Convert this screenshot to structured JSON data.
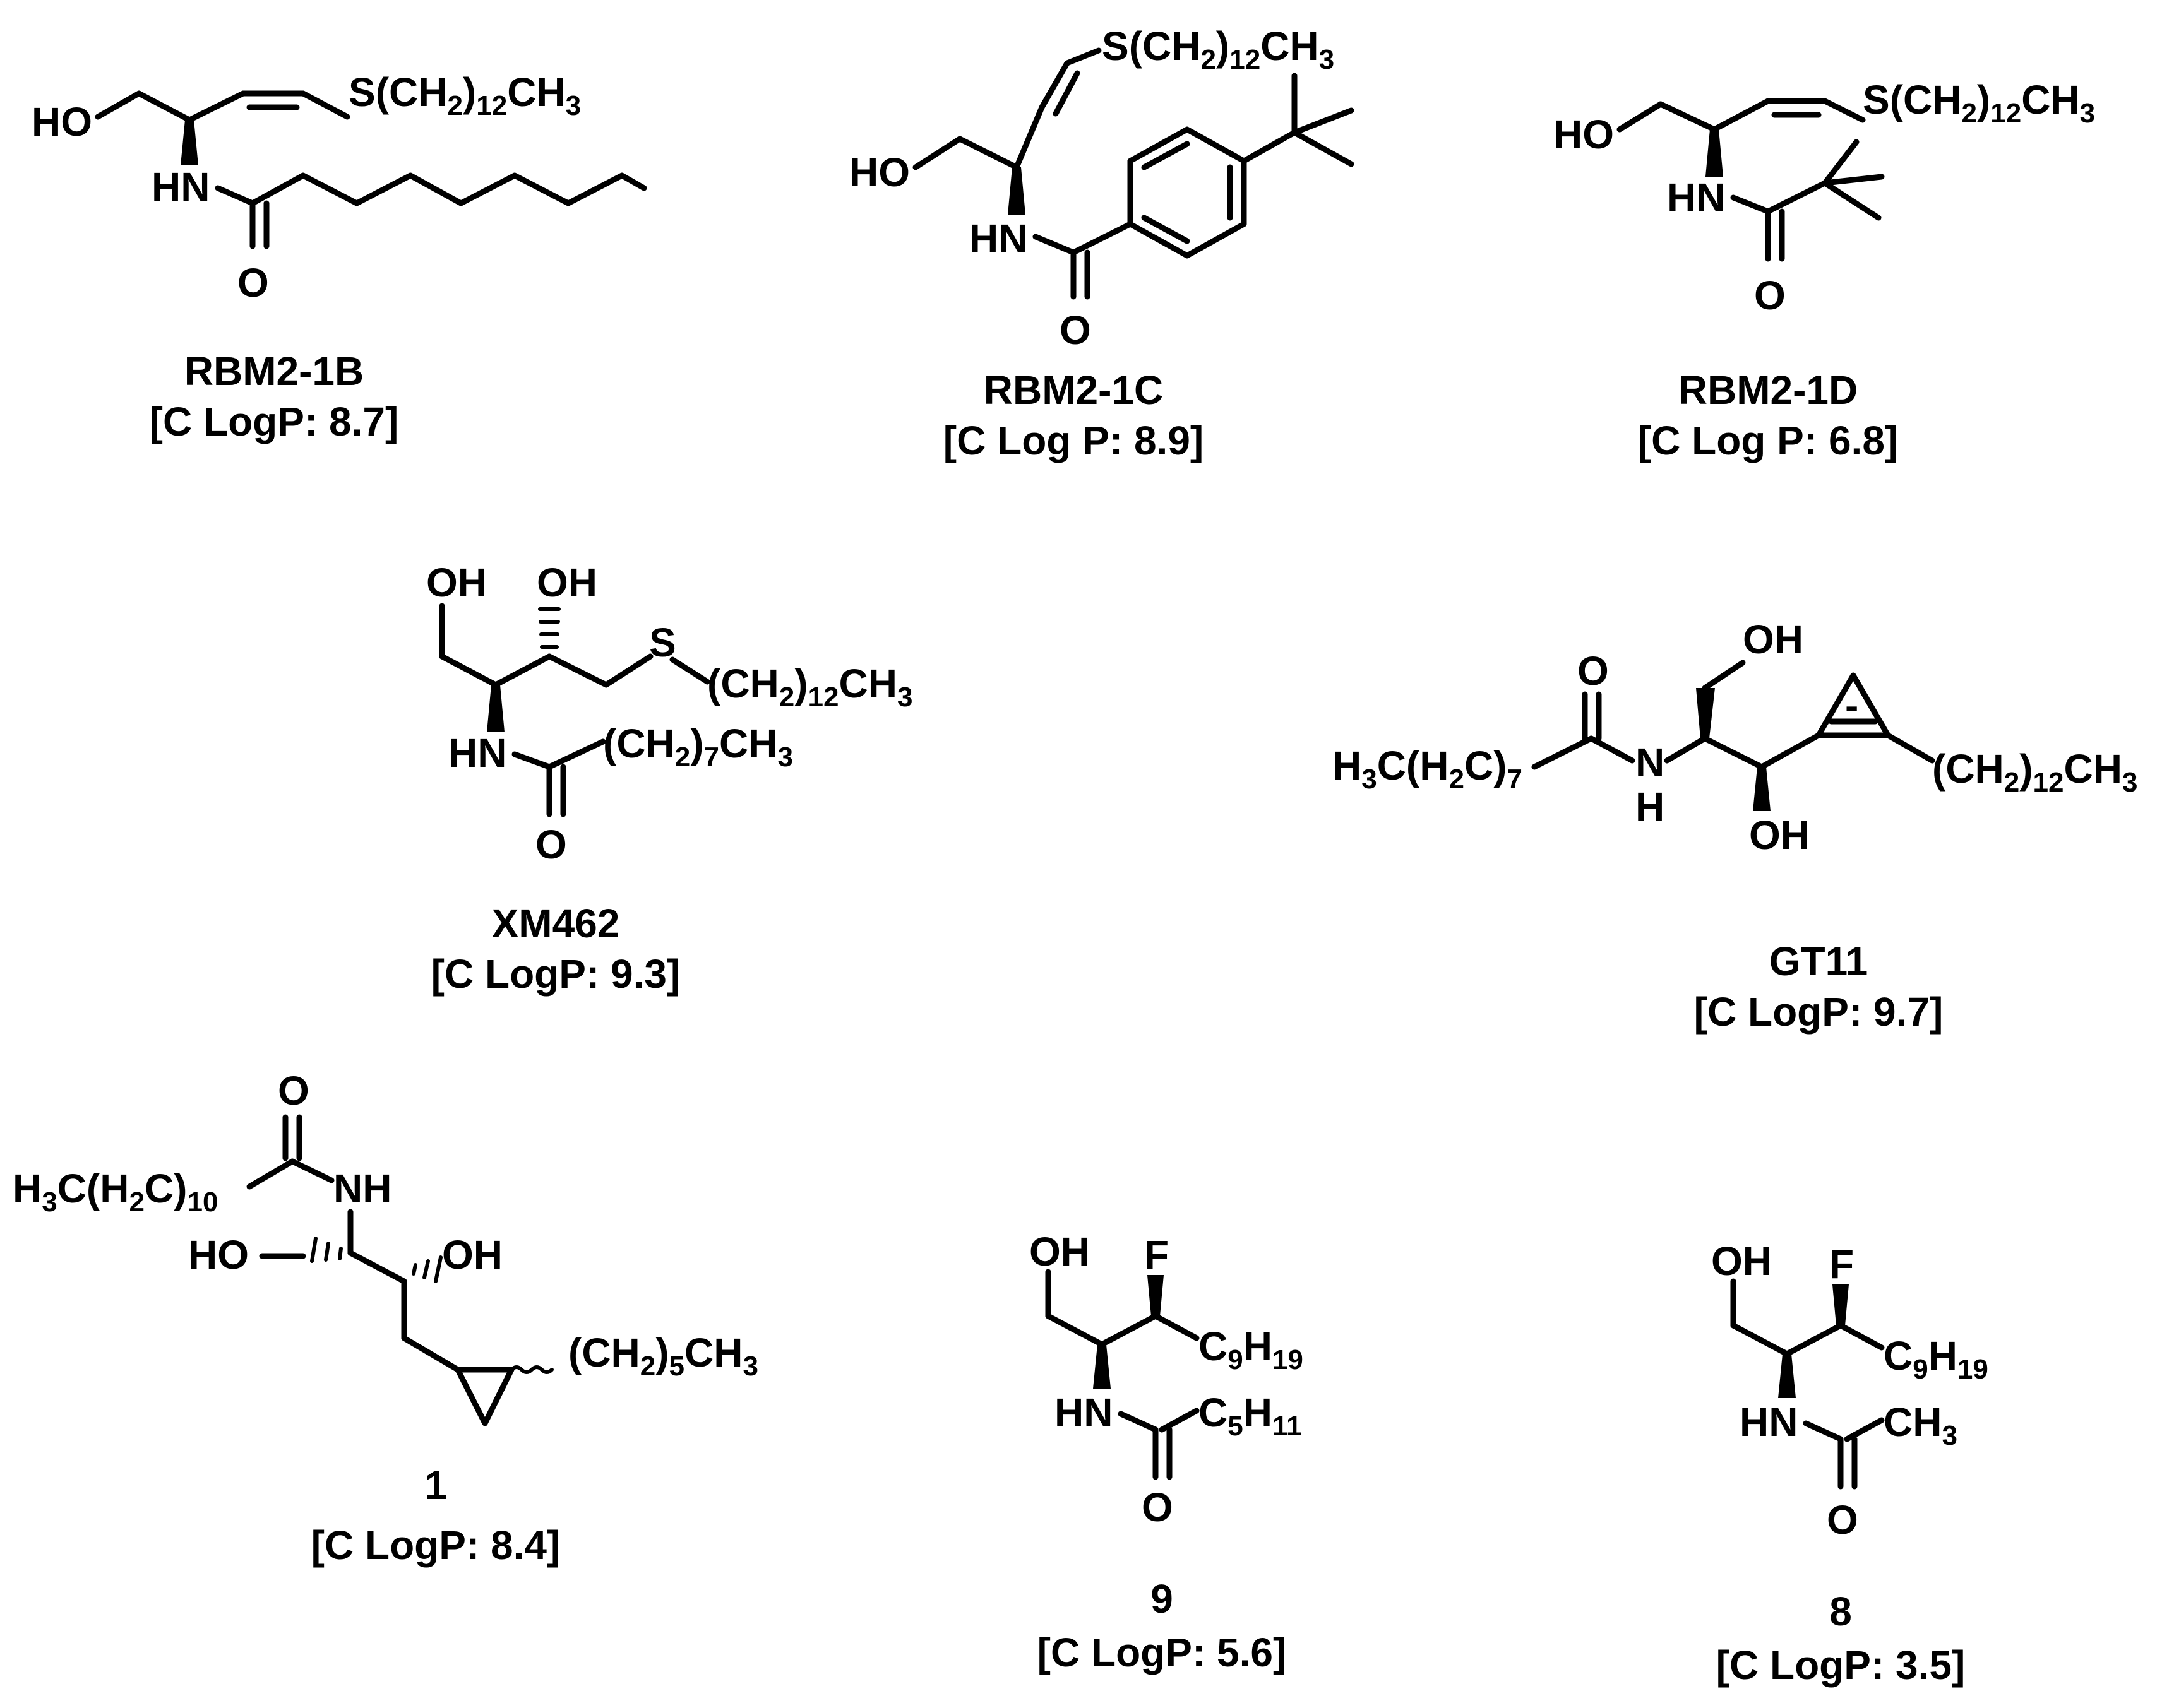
{
  "figure": {
    "compounds": [
      {
        "name": "RBM2-1B",
        "clogp": "[C LogP: 8.7]"
      },
      {
        "name": "RBM2-1C",
        "clogp": "[C Log P: 8.9]"
      },
      {
        "name": "RBM2-1D",
        "clogp": "[C Log P: 6.8]"
      },
      {
        "name": "XM462",
        "clogp": "[C LogP: 9.3]"
      },
      {
        "name": "GT11",
        "clogp": "[C LogP: 9.7]"
      },
      {
        "name": "1",
        "clogp": "[C LogP: 8.4]"
      },
      {
        "name": "9",
        "clogp": "[C LogP: 5.6]"
      },
      {
        "name": "8",
        "clogp": "[C LogP: 3.5]"
      }
    ],
    "atoms": {
      "ho": "HO",
      "oh": "OH",
      "hn": "HN",
      "nh": "NH",
      "n": "N",
      "h": "H",
      "o": "O",
      "f": "F",
      "s": "S",
      "ch3": "CH3",
      "s_chain12": "S(CH2)12CH3",
      "chain12": "(CH2)12CH3",
      "chain7": "(CH2)7CH3",
      "chain5": "(CH2)5CH3",
      "h3c_chain7": "H3C(H2C)7",
      "h3c_chain10": "H3C(H2C)10",
      "c9h19": "C9H19",
      "c5h11": "C5H11",
      "minus": "-"
    }
  }
}
